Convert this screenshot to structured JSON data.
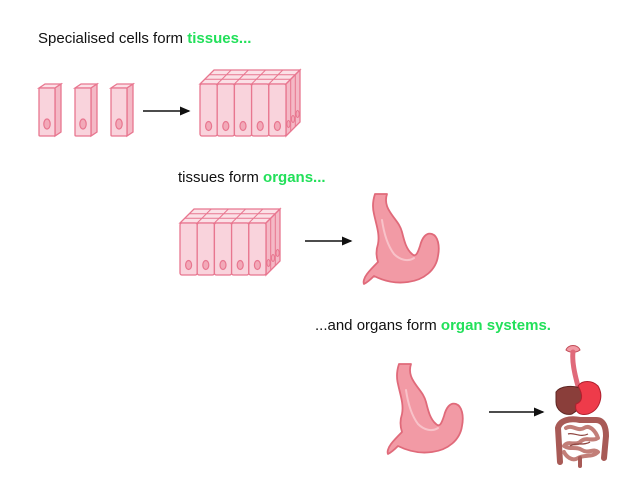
{
  "captions": {
    "step1": {
      "text": "Specialised cells form ",
      "highlight": "tissues..."
    },
    "step2": {
      "text": "tissues form ",
      "highlight": "organs..."
    },
    "step3": {
      "text": "...and organs form ",
      "highlight": "organ systems."
    }
  },
  "colors": {
    "highlight": "#22e05a",
    "cell_fill": "#f9d3dc",
    "cell_stroke": "#e8768f",
    "nucleus": "#f2a9b8",
    "stomach_fill": "#f29aa5",
    "stomach_stroke": "#e06a7a",
    "liver": "#8a3e3a",
    "intestine": "#b0645f",
    "arrow": "#111111"
  },
  "icons": [
    "cell-icon",
    "tissue-block-icon",
    "stomach-icon",
    "digestive-system-icon",
    "arrow-right-icon"
  ]
}
